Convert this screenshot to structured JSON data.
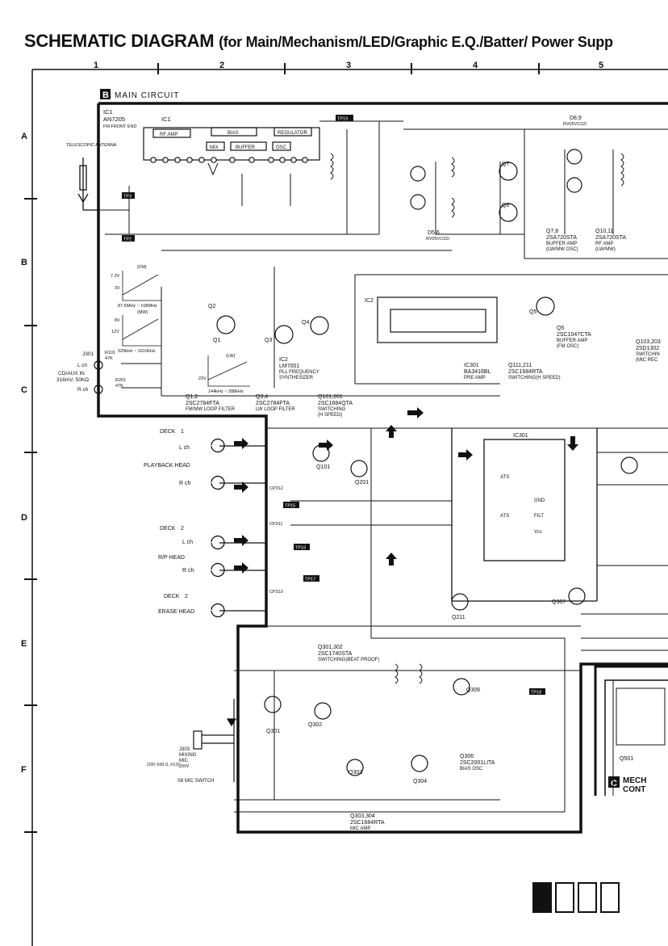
{
  "title": {
    "main": "SCHEMATIC DIAGRAM",
    "sub": "(for Main/Mechanism/LED/Graphic E.Q./Batter/ Power Supp"
  },
  "columns": [
    "1",
    "2",
    "3",
    "4",
    "5"
  ],
  "rows": [
    "A",
    "B",
    "C",
    "D",
    "E",
    "F"
  ],
  "section_main": {
    "badge": "B",
    "label": "MAIN CIRCUIT"
  },
  "section_mech": {
    "badge": "C",
    "label": "MECH",
    "label2": "CONT"
  },
  "labels": {
    "ic1": "IC1",
    "ic1_part": "AN7205",
    "ic1_desc": "FM FRONT END",
    "ic1_box": "IC1",
    "rf_amp": "RF AMP",
    "bias": "BIAS",
    "regulator": "REGULATOR",
    "mix": "MIX",
    "buffer": "BUFFER",
    "osc": "OSC",
    "antenna": "TELESCOPIC ANTENNA",
    "tp19": "TP19",
    "tp3": "TP3",
    "tp2": "TP2",
    "tp15": "TP15",
    "tp16": "TP16",
    "tp17": "TP17",
    "tp18": "TP18",
    "d89": "D8,9",
    "d89_part": "RV05VC32I",
    "d56": "D5,6",
    "d56_part": "RV05VC32I",
    "q7": "Q7",
    "q8": "Q8",
    "q78": "Q7,8",
    "q78_part": "2SA720STA",
    "q78_desc": "BUFFER AMP",
    "q78_desc2": "(LW/MW OSC)",
    "q1011": "Q10,11",
    "q1011_part": "2SA720STA",
    "q1011_desc": "RF AMP",
    "q1011_desc2": "(LW/MW)",
    "q1": "Q1",
    "q2": "Q2",
    "q3": "Q3",
    "q4": "Q4",
    "q5": "Q5",
    "q5_label": "Q5",
    "q5_part": "2SC1047CTA",
    "q5_desc": "BUFFER AMP",
    "q5_desc2": "(FM OSC)",
    "q103": "Q103,203",
    "q103_part": "2SD1302",
    "q103_desc": "SWITCHIN",
    "q103_desc2": "(MIC REC",
    "ic2": "IC2",
    "ic2_label": "IC2",
    "ic2_part": "LM7001",
    "ic2_desc": "PLL FREQUENCY",
    "ic2_desc2": "SYNTHESIZER",
    "ic301_label": "IC301",
    "ic301_part": "BA3416BL",
    "ic301_desc": "PRE AMP",
    "q111": "Q111,211",
    "q111_part": "2SC1684RTA",
    "q111_desc": "SWITCHING(H SPEED)",
    "q12": "Q1,2",
    "q12_part": "2SC2784FTA",
    "q12_desc": "FM/MW LOOP FILTER",
    "q34": "Q3,4",
    "q34_part": "2SC2784FTA",
    "q34_desc": "LW LOOP FILTER",
    "q101": "Q101,201",
    "q101_part": "2SC1684QTA",
    "q101_desc": "SWITCHING",
    "q101_desc2": "(H SPEED)",
    "j301": "J301",
    "lch": "L ch",
    "rch": "R ch",
    "cdaux": "CD/AUX IN",
    "cdaux2": "316mV, 50KΩ",
    "deck1": "DECK",
    "deck1_num": "1",
    "playback": "PLAYBACK HEAD",
    "deck2": "DECK",
    "deck2_num": "2",
    "rp_head": "R/P HEAD",
    "deck2b": "DECK",
    "deck2b_num": "2",
    "erase": "ERASE HEAD",
    "cp312": "CP312",
    "cp311": "CP311",
    "cp310": "CP310",
    "ic301_box": "IC301",
    "q101_sym": "Q101",
    "q201_sym": "Q201",
    "q211_sym": "Q211",
    "q307_sym": "Q307",
    "ats": "ATS",
    "filt": "FILT",
    "gnd": "GND",
    "vcc": "Vcc",
    "q301": "Q301,302",
    "q301_part": "2SC1740STA",
    "q301_desc": "SWITCHING(BEAT PROOF)",
    "q306": "Q306",
    "q306_part": "2SC2001LITA",
    "q306_desc": "BIAS OSC",
    "q3034": "Q303,304",
    "q3034_part": "2SC1684RTA",
    "q3034_desc": "MIC AMP",
    "q301_sym": "Q301",
    "q302_sym": "Q302",
    "q303_sym": "Q303",
    "q304_sym": "Q304",
    "q306_sym": "Q306",
    "j303": "J303",
    "j303_desc": "MIXING",
    "j303_desc2": "MIC",
    "j303_desc3": "2mV",
    "j303_desc4": "(200~600 Ω, #3.5)",
    "mic_switch": "S8 MIC SWITCH",
    "q501": "Q501",
    "fm_label": "(FM)",
    "mw_label": "(MW)",
    "lw_label": "(LW)",
    "freq_fm": "87.5MHz ~ 108MHz",
    "freq_mw": "520kHz ~ 1610kHz",
    "freq_lw": "144kHz ~ 288kHz",
    "v73": "7.3V",
    "v3": "3V",
    "v8": "8V",
    "v12": "12V",
    "v23": "23V",
    "r101": "R101",
    "r101v": "47K",
    "r201": "R201",
    "r201v": "47K"
  },
  "legend_boxes": [
    true,
    false,
    false,
    false
  ]
}
